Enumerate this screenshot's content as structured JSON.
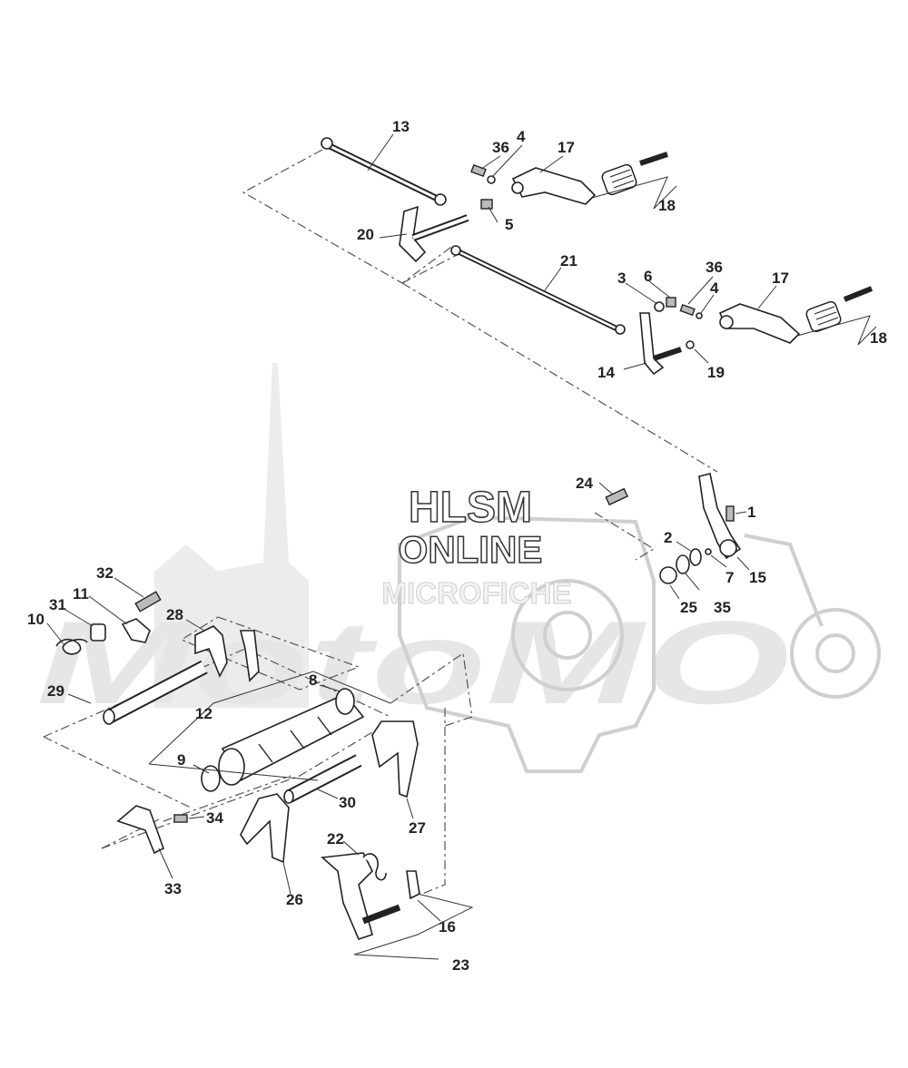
{
  "watermark": {
    "line1": "HLSM",
    "line2": "ONLINE",
    "line3": "MICROFICHE",
    "brand": "MotoMO"
  },
  "callouts": [
    {
      "id": "c1",
      "label": "1"
    },
    {
      "id": "c2",
      "label": "2"
    },
    {
      "id": "c3",
      "label": "3"
    },
    {
      "id": "c4a",
      "label": "4"
    },
    {
      "id": "c4b",
      "label": "4"
    },
    {
      "id": "c5",
      "label": "5"
    },
    {
      "id": "c6",
      "label": "6"
    },
    {
      "id": "c7",
      "label": "7"
    },
    {
      "id": "c8",
      "label": "8"
    },
    {
      "id": "c9",
      "label": "9"
    },
    {
      "id": "c10",
      "label": "10"
    },
    {
      "id": "c11",
      "label": "11"
    },
    {
      "id": "c12",
      "label": "12"
    },
    {
      "id": "c13",
      "label": "13"
    },
    {
      "id": "c14",
      "label": "14"
    },
    {
      "id": "c15",
      "label": "15"
    },
    {
      "id": "c16",
      "label": "16"
    },
    {
      "id": "c17a",
      "label": "17"
    },
    {
      "id": "c17b",
      "label": "17"
    },
    {
      "id": "c18a",
      "label": "18"
    },
    {
      "id": "c18b",
      "label": "18"
    },
    {
      "id": "c19",
      "label": "19"
    },
    {
      "id": "c20",
      "label": "20"
    },
    {
      "id": "c21",
      "label": "21"
    },
    {
      "id": "c22",
      "label": "22"
    },
    {
      "id": "c23",
      "label": "23"
    },
    {
      "id": "c24",
      "label": "24"
    },
    {
      "id": "c25",
      "label": "25"
    },
    {
      "id": "c26",
      "label": "26"
    },
    {
      "id": "c27",
      "label": "27"
    },
    {
      "id": "c28",
      "label": "28"
    },
    {
      "id": "c29",
      "label": "29"
    },
    {
      "id": "c30",
      "label": "30"
    },
    {
      "id": "c31",
      "label": "31"
    },
    {
      "id": "c32",
      "label": "32"
    },
    {
      "id": "c33",
      "label": "33"
    },
    {
      "id": "c34",
      "label": "34"
    },
    {
      "id": "c35",
      "label": "35"
    },
    {
      "id": "c36a",
      "label": "36"
    },
    {
      "id": "c36b",
      "label": "36"
    }
  ]
}
